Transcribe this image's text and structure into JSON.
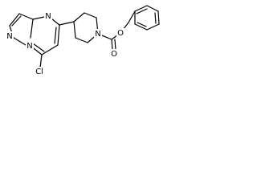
{
  "molecule": {
    "atoms": {
      "n_pyrazole": "N",
      "n_bridge": "N",
      "n_pyrimidine": "N",
      "chlorine": "Cl",
      "n_piperidine": "N",
      "o_ester": "O",
      "o_carbonyl": "O"
    }
  }
}
